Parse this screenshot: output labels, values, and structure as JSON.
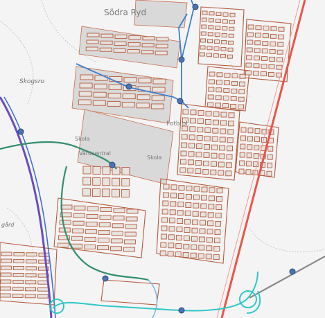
{
  "map": {
    "labels": {
      "sodra_ryd": "Södra Ryd",
      "skogsro": "Skogsro",
      "fotb_pl": "Fotb.pl.",
      "skola_1": "Skola",
      "skola_2": "Skola",
      "vardcentral": "Vårdcentral",
      "gard": "gård"
    },
    "colors": {
      "background": "#f4f4f4",
      "block_fill": "#d9d9d9",
      "building_fill": "#e7e3df",
      "building_stroke": "#b4583a",
      "road_main": "#e8554a",
      "bus_blue": "#3b7fd0",
      "tram_green": "#2f8f6b",
      "tram_teal": "#2fc7c7",
      "rail_purple": "#6a4cc0",
      "stop_fill": "#4a74b8"
    },
    "icons": {
      "stop_marker": "transit-stop-icon"
    }
  }
}
